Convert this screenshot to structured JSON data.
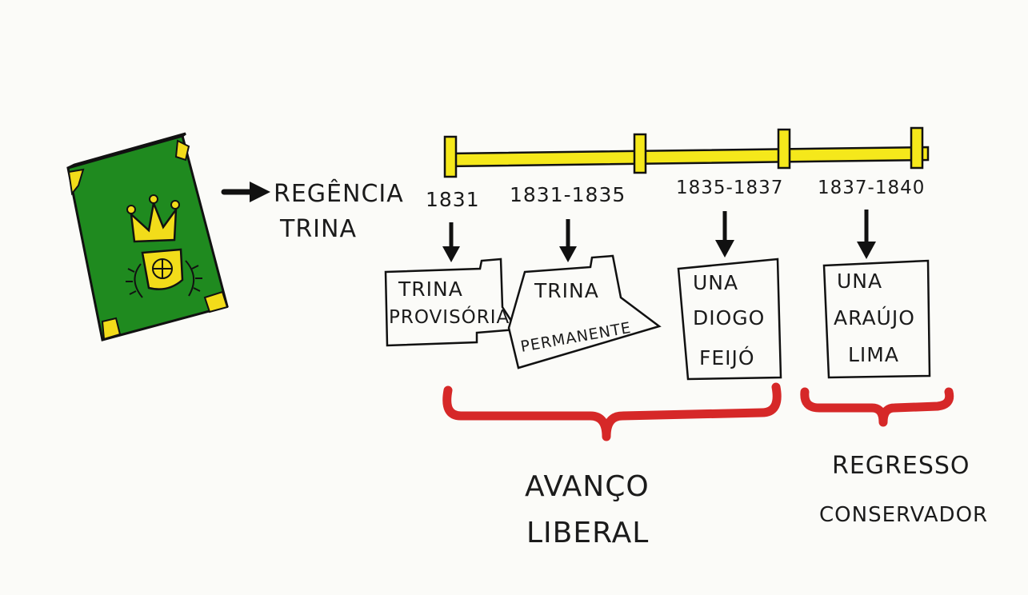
{
  "main_label": {
    "line1": "REGÊNCIA",
    "line2": "TRINA"
  },
  "timeline": {
    "color": "#f5e81b",
    "periods": [
      {
        "years": "1831",
        "box": [
          "TRINA",
          "PROVISÓRIA"
        ]
      },
      {
        "years": "1831-1835",
        "box": [
          "TRINA",
          "PERMANENTE"
        ]
      },
      {
        "years": "1835-1837",
        "box": [
          "UNA",
          "DIOGO",
          "FEIJÓ"
        ]
      },
      {
        "years": "1837-1840",
        "box": [
          "UNA",
          "ARAÚJO",
          "LIMA"
        ]
      }
    ]
  },
  "groups": [
    {
      "label": [
        "AVANÇO",
        "LIBERAL"
      ]
    },
    {
      "label": [
        "REGRESSO",
        "CONSERVADOR"
      ]
    }
  ],
  "colors": {
    "book_green": "#1f8a1f",
    "book_gold": "#f2dc1a",
    "bracket_red": "#d62828",
    "ink": "#1b1b1b"
  },
  "icons": {
    "book": "green-book-with-crown-icon"
  }
}
